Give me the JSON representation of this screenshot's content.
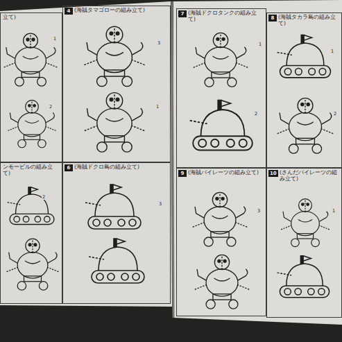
{
  "diagram": {
    "nodes": [
      {
        "text": [
          "立て)"
        ]
      },
      {
        "text": [
          "(海賊タマゴローの組み立て)"
        ]
      },
      {
        "text": [
          "ンモービルの組み立て)"
        ]
      },
      {
        "text": [
          "(海賊ドクロ島の組み立て)"
        ]
      },
      {
        "text": [
          "(海賊ドクロタンクの組み立て)"
        ]
      },
      {
        "text": [
          "(海賊タカラ島の組み立て)"
        ]
      },
      {
        "text": [
          "(海賊バイレーツの組み立て)"
        ]
      },
      {
        "text": [
          "(さんだバイレーツの組み立て)"
        ]
      }
    ],
    "labels": [
      "4",
      "6",
      "7",
      "8",
      "9",
      "10",
      "1",
      "2",
      "3",
      "1",
      "2",
      "3",
      "1",
      "2",
      "1",
      "2",
      "3",
      "1"
    ]
  }
}
